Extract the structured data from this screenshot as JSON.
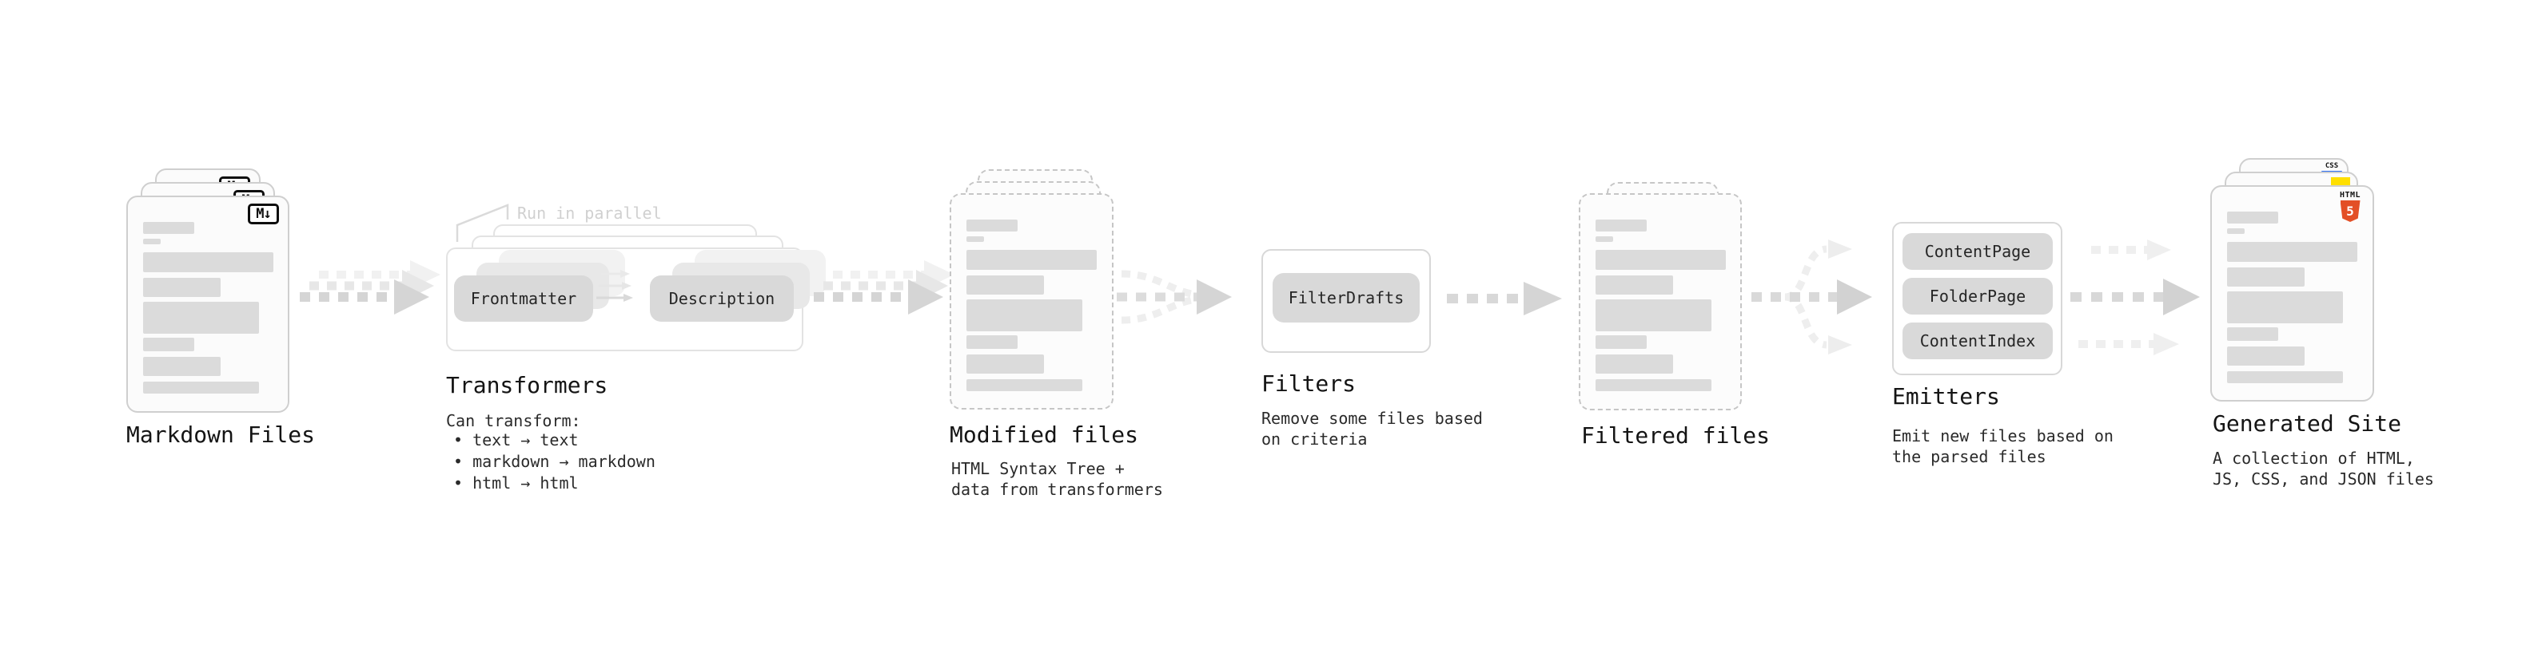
{
  "stages": {
    "markdown": {
      "label": "Markdown Files",
      "badge": "M↓"
    },
    "transformers": {
      "heading": "Transformers",
      "annotation": "Run in parallel",
      "pill_left": "Frontmatter",
      "pill_right": "Description",
      "desc_intro": "Can transform:",
      "bullets": [
        "• text → text",
        "• markdown → markdown",
        "• html → html"
      ]
    },
    "modified_files": {
      "label": "Modified files",
      "desc": [
        "HTML Syntax Tree +",
        "data from transformers"
      ]
    },
    "filters": {
      "heading": "Filters",
      "pill": "FilterDrafts",
      "desc": [
        "Remove some files based",
        "on criteria"
      ]
    },
    "filtered_files": {
      "label": "Filtered files"
    },
    "emitters": {
      "heading": "Emitters",
      "pills": [
        "ContentPage",
        "FolderPage",
        "ContentIndex"
      ],
      "desc": [
        "Emit new files based on",
        "the parsed files"
      ]
    },
    "generated_site": {
      "label": "Generated Site",
      "desc": [
        "A collection of HTML,",
        "JS, CSS, and JSON files"
      ],
      "badges": {
        "css_label": "CSS",
        "html_label": "HTML",
        "html_number": "5"
      }
    }
  },
  "colors": {
    "html5_orange": "#e34f26",
    "js_yellow": "#ffdf00",
    "css_blue": "#2d6ff2",
    "bar_gray": "#dbdbdb",
    "pill_gray": "#d9d9d9"
  }
}
